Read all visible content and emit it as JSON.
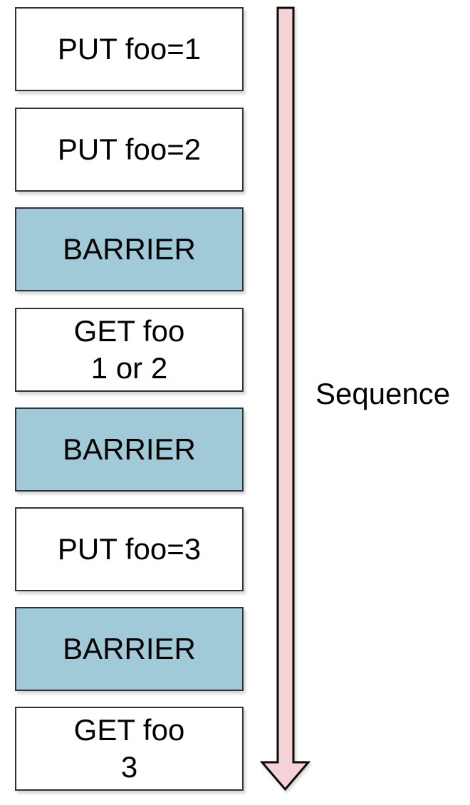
{
  "diagram": {
    "title_hint": "sequence-of-operations-diagram",
    "boxes": [
      {
        "type": "op",
        "lines": [
          "PUT foo=1"
        ]
      },
      {
        "type": "op",
        "lines": [
          "PUT foo=2"
        ]
      },
      {
        "type": "barrier",
        "lines": [
          "BARRIER"
        ]
      },
      {
        "type": "op",
        "lines": [
          "GET foo",
          "1 or 2"
        ]
      },
      {
        "type": "barrier",
        "lines": [
          "BARRIER"
        ]
      },
      {
        "type": "op",
        "lines": [
          "PUT foo=3"
        ]
      },
      {
        "type": "barrier",
        "lines": [
          "BARRIER"
        ]
      },
      {
        "type": "op",
        "lines": [
          "GET foo",
          "3"
        ]
      }
    ],
    "arrow": {
      "label": "Sequence",
      "direction": "down"
    },
    "colors": {
      "box_fill": "#ffffff",
      "box_border": "#2e333b",
      "barrier_fill": "#a1cad8",
      "arrow_fill": "#f5d2d5",
      "arrow_stroke": "#0a0a0a",
      "text": "#000000"
    }
  }
}
